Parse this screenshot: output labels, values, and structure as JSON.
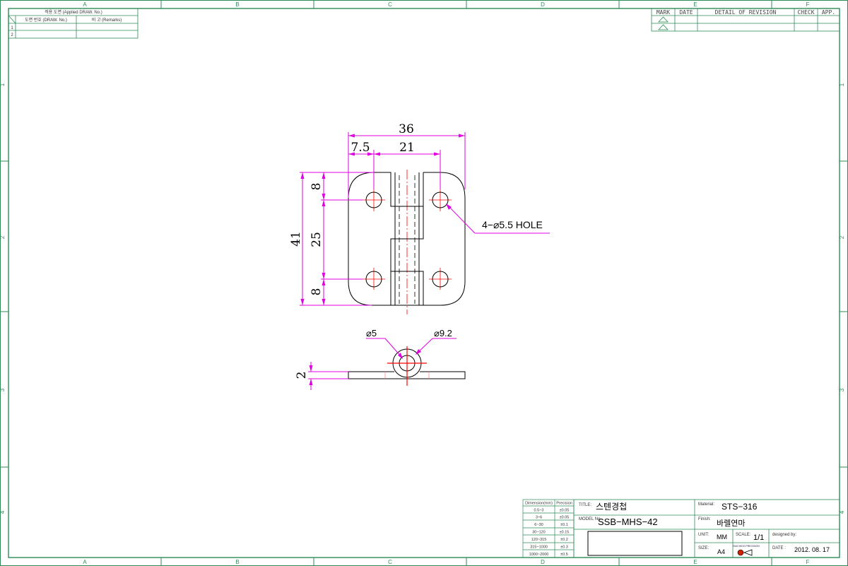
{
  "frame": {
    "zone_letters": [
      "A",
      "B",
      "C",
      "D",
      "E",
      "F"
    ],
    "zone_numbers": [
      "1",
      "2",
      "3",
      "4"
    ]
  },
  "applied_drawing_table": {
    "title": "적용 도면 (Applied DRAW. No.)",
    "col_drawing_no": "도면 번호 (DRAW. No.)",
    "col_remarks": "비 고 (Remarks)",
    "row_numbers": [
      "1",
      "2"
    ]
  },
  "revision_table": {
    "mark": "MARK",
    "date": "DATE",
    "detail": "DETAIL OF REVISION",
    "check": "CHECK",
    "app": "APP."
  },
  "drawing": {
    "dim_overall_width": "36",
    "dim_edge_to_hole": "7.5",
    "dim_hole_spacing_x": "21",
    "dim_overall_height": "41",
    "dim_top_hole": "8",
    "dim_hole_spacing_y": "25",
    "dim_bottom_hole": "8",
    "hole_callout": "4−⌀5.5 HOLE",
    "pin_diameter": "⌀5",
    "knuckle_diameter": "⌀9.2",
    "plate_thickness": "2"
  },
  "tolerance_table": {
    "headers": [
      "Dimension(mm)",
      "Precision"
    ],
    "rows": [
      [
        "0.5~3",
        "±0.05"
      ],
      [
        "3~6",
        "±0.05"
      ],
      [
        "6~30",
        "±0.1"
      ],
      [
        "30~120",
        "±0.15"
      ],
      [
        "120~315",
        "±0.2"
      ],
      [
        "315~1000",
        "±0.3"
      ],
      [
        "1000~2000",
        "±0.5"
      ]
    ]
  },
  "title_block": {
    "title_label": "TITLE:",
    "title_value": "스텐경첩",
    "model_label": "MODEL No.",
    "model_value": "SSB−MHS−42",
    "material_label": "Material:",
    "material_value": "STS−316",
    "finish_label": "Finish:",
    "finish_value": "바렐연마",
    "unit_label": "UNIT:",
    "unit_value": "MM",
    "scale_label": "SCALE:",
    "scale_value": "1/1",
    "designed_label": "designed by:",
    "size_label": "SIZE:",
    "size_value": "A4",
    "date_label": "DATE :",
    "date_value": "2012. 08. 17",
    "logo_text": "SUN WOO PRECISION"
  },
  "colors": {
    "dimension": "#e000e0",
    "centerline": "#ff0000",
    "outline": "#000000",
    "frame": "#2e8b57"
  }
}
